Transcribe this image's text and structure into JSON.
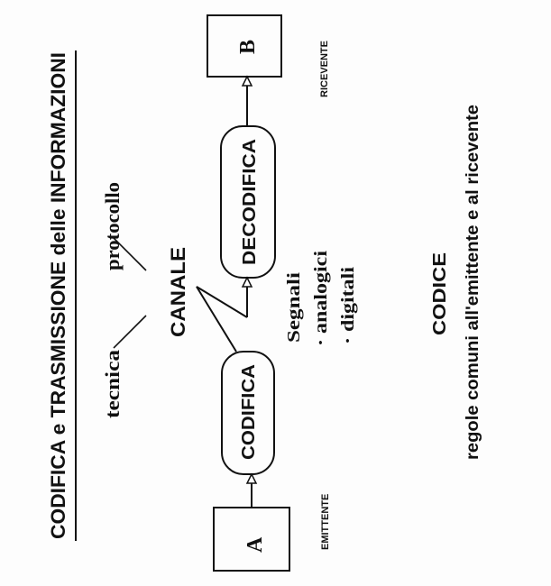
{
  "title": "CODIFICA e TRASMISSIONE delle INFORMAZIONI",
  "box_a": "A",
  "box_b": "B",
  "label_emittente": "EMITTENTE",
  "label_ricevente": "RICEVENTE",
  "codifica": "CODIFICA",
  "decodifica": "DECODIFICA",
  "canale": "CANALE",
  "tecnica": "tecnica",
  "protocollo": "protocollo",
  "segnali": "Segnali",
  "bullet_analogici": "· analogici",
  "bullet_digitali": "· digitali",
  "codice": "CODICE",
  "codice_desc": "regole comuni all'emittente e al ricevente"
}
